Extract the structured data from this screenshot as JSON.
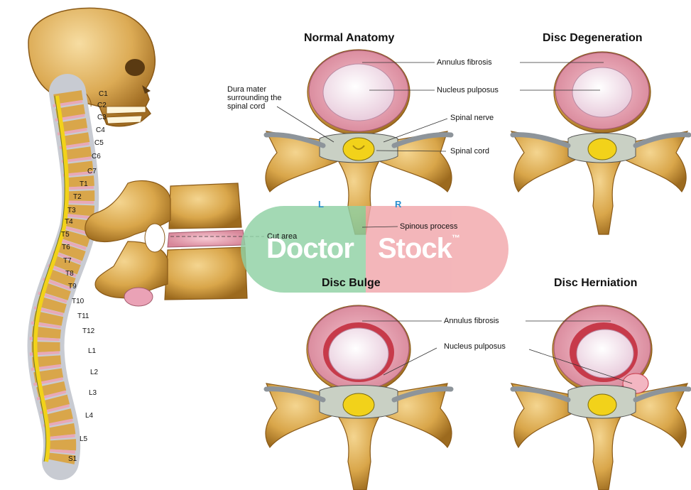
{
  "panels": {
    "normal": "Normal Anatomy",
    "degeneration": "Disc Degeneration",
    "bulge": "Disc Bulge",
    "herniation": "Disc Herniation"
  },
  "labels": {
    "annulus_top": "Annulus fibrosis",
    "nucleus_top": "Nucleus pulposus",
    "dura_line1": "Dura mater",
    "dura_line2": "surrounding the",
    "dura_line3": "spinal cord",
    "spinal_nerve": "Spinal nerve",
    "spinal_cord": "Spinal cord",
    "spinous_process": "Spinous process",
    "cut_area": "Cut area",
    "annulus_bottom": "Annulus fibrosis",
    "nucleus_bottom": "Nucleus pulposus",
    "side_left": "L",
    "side_right": "R"
  },
  "vertebrae": [
    "C1",
    "C2",
    "C3",
    "C4",
    "C5",
    "C6",
    "C7",
    "T1",
    "T2",
    "T3",
    "T4",
    "T5",
    "T6",
    "T7",
    "T8",
    "T9",
    "T10",
    "T11",
    "T12",
    "L1",
    "L2",
    "L3",
    "L4",
    "L5",
    "S1"
  ],
  "watermark": {
    "word1": "Doctor",
    "word2": "Stock",
    "mark": "™"
  },
  "colors": {
    "bone": "#d9a64a",
    "disc": "#e9a7b4",
    "nucleus": "#f4e1ec",
    "cord": "#f2d21a",
    "watermark_green": "#8fd1a3",
    "watermark_pink": "#f1a7ab"
  }
}
